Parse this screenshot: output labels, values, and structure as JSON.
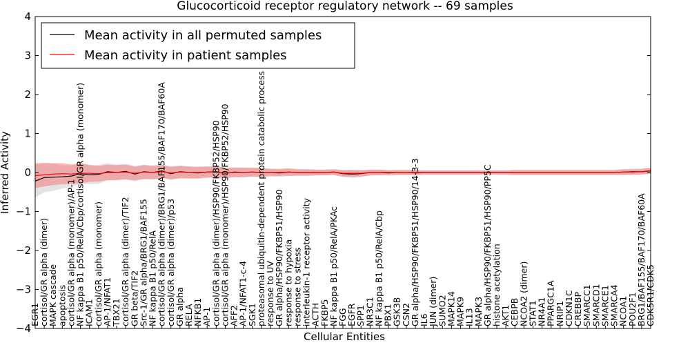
{
  "chart_data": {
    "type": "line",
    "title": "Glucocorticoid receptor regulatory network -- 69 samples",
    "xlabel": "Cellular Entities",
    "ylabel": "Inferred Activity",
    "ylim": [
      -4,
      4
    ],
    "yticks": [
      -4,
      -3,
      -2,
      -1,
      0,
      1,
      2,
      3,
      4
    ],
    "grid": false,
    "legend_position": "top-left",
    "legend": [
      {
        "label": "Mean activity in all permuted samples",
        "color": "#000000"
      },
      {
        "label": "Mean activity in patient samples",
        "color": "#ff0000"
      }
    ],
    "categories": [
      "EGR1",
      "cortisol/GR alpha (dimer)",
      "MAPK cascade",
      "apoptosis",
      "cortisol/GR alpha (monomer)/AP-1",
      "NF kappa B1 p50/RelA/Cbp/cortisol/GR alpha (monomer)",
      "ICAM1",
      "cortisol/GR alpha (monomer)",
      "AP-1/NFAT1",
      "TBX21",
      "cortisol/GR alpha (dimer)/TIF2",
      "GR beta/TIF2",
      "Src-1/GR alpha/BRG1/BAF155",
      "NF kappa B1 p50/RelA",
      "cortisol/GR alpha (dimer)/BRG1/BAF155/BAF170/BAF60A",
      "cortisol/GR alpha (dimer)/p53",
      "GR alpha",
      "RELA",
      "NFKB1",
      "AP-1",
      "cortisol/GR alpha (dimer)/HSP90/FKBP52/HSP90",
      "cortisol/GR alpha (monomer)/HSP90/FKBP52/HSP90",
      "AFF2",
      "AP-1/NFAT1-c-4",
      "SGK1",
      "proteasomal ubiquitin-dependent protein catabolic process",
      "response to UV",
      "GR alpha/HSP90/FKBP51/HSP90",
      "response to hypoxia",
      "response to stress",
      "interleukin-1 receptor activity",
      "ACTH",
      "FKBP5",
      "NF kappa B1 p50/RelA/PKAc",
      "FGG",
      "EGFR",
      "SPP1",
      "NR3C1",
      "NF kappa B1 p50/RelA/Cbp",
      "PBX1",
      "GSK3B",
      "CSN2",
      "GR alpha/HSP90/FKBP51/HSP90/14-3-3",
      "IL6",
      "JUN (dimer)",
      "SUMO2",
      "MAPK14",
      "MAPK9",
      "IL13",
      "MAPK3",
      "GR alpha/HSP90/FKBP51/HSP90/PP5C",
      "histone acetylation",
      "AKT1",
      "CEBPB",
      "NCOA2 (dimer)",
      "STAT1",
      "NR4A1",
      "PPARGC1A",
      "NRIP1",
      "CDKN1C",
      "CREBBP",
      "SMARCC1",
      "SMARCD1",
      "SMARCE1",
      "SMARCA4",
      "NCOA1",
      "POU2F1",
      "BRG1/BAF155/BAF170/BAF60A",
      "CDK5R1/CDK5"
    ],
    "series": [
      {
        "name": "Mean activity in all permuted samples",
        "color": "#000000",
        "values": [
          -0.22,
          -0.13,
          -0.12,
          -0.11,
          -0.09,
          -0.03,
          -0.06,
          -0.05,
          0.02,
          0.0,
          0.03,
          -0.04,
          0.02,
          0.0,
          0.04,
          -0.03,
          0.02,
          0.0,
          -0.01,
          0.01,
          0.02,
          -0.02,
          0.01,
          0.0,
          0.01,
          0.0,
          0.0,
          -0.01,
          0.01,
          0.0,
          0.0,
          0.0,
          0.0,
          0.01,
          -0.03,
          -0.04,
          -0.03,
          0.0,
          0.0,
          -0.01,
          0.0,
          0.0,
          -0.01,
          0.0,
          0.0,
          0.0,
          0.0,
          0.0,
          0.0,
          0.0,
          0.0,
          0.0,
          0.0,
          0.0,
          0.0,
          0.0,
          0.0,
          0.0,
          0.0,
          0.0,
          0.0,
          0.0,
          0.0,
          0.0,
          0.0,
          0.01,
          0.02,
          0.02,
          0.04
        ],
        "band": [
          0.42,
          0.38,
          0.35,
          0.3,
          0.27,
          0.26,
          0.24,
          0.24,
          0.22,
          0.2,
          0.2,
          0.19,
          0.18,
          0.18,
          0.17,
          0.17,
          0.16,
          0.16,
          0.15,
          0.15,
          0.15,
          0.14,
          0.13,
          0.13,
          0.12,
          0.12,
          0.1,
          0.1,
          0.1,
          0.09,
          0.09,
          0.08,
          0.08,
          0.08,
          0.09,
          0.1,
          0.09,
          0.08,
          0.08,
          0.07,
          0.07,
          0.07,
          0.07,
          0.06,
          0.06,
          0.06,
          0.06,
          0.06,
          0.06,
          0.06,
          0.05,
          0.06,
          0.06,
          0.07,
          0.07,
          0.07,
          0.07,
          0.07,
          0.07,
          0.07,
          0.07,
          0.07,
          0.07,
          0.07,
          0.07,
          0.08,
          0.08,
          0.08,
          0.08
        ]
      },
      {
        "name": "Mean activity in patient samples",
        "color": "#ff0000",
        "values": [
          -0.08,
          -0.06,
          -0.04,
          -0.03,
          -0.04,
          -0.02,
          -0.02,
          -0.03,
          0.0,
          0.0,
          0.01,
          -0.02,
          0.01,
          0.0,
          0.02,
          -0.01,
          0.01,
          0.0,
          0.0,
          0.01,
          0.01,
          -0.01,
          0.0,
          0.0,
          0.01,
          0.0,
          0.0,
          0.0,
          0.01,
          0.0,
          0.0,
          0.0,
          0.0,
          0.01,
          -0.02,
          -0.02,
          -0.02,
          0.0,
          0.0,
          0.0,
          0.0,
          0.0,
          0.0,
          0.0,
          0.0,
          0.0,
          0.0,
          0.0,
          0.0,
          0.0,
          0.0,
          0.0,
          0.0,
          0.0,
          0.0,
          0.0,
          0.0,
          0.0,
          0.0,
          0.0,
          0.0,
          0.0,
          0.0,
          0.0,
          0.0,
          0.01,
          0.01,
          0.02,
          0.05
        ],
        "band": [
          0.32,
          0.3,
          0.28,
          0.27,
          0.25,
          0.26,
          0.22,
          0.2,
          0.2,
          0.19,
          0.19,
          0.18,
          0.18,
          0.17,
          0.17,
          0.16,
          0.16,
          0.15,
          0.15,
          0.14,
          0.14,
          0.13,
          0.12,
          0.12,
          0.11,
          0.11,
          0.09,
          0.09,
          0.09,
          0.08,
          0.08,
          0.07,
          0.07,
          0.07,
          0.08,
          0.09,
          0.08,
          0.07,
          0.07,
          0.06,
          0.06,
          0.06,
          0.06,
          0.05,
          0.05,
          0.05,
          0.05,
          0.05,
          0.05,
          0.05,
          0.05,
          0.05,
          0.05,
          0.06,
          0.06,
          0.06,
          0.06,
          0.06,
          0.06,
          0.06,
          0.06,
          0.06,
          0.06,
          0.06,
          0.06,
          0.07,
          0.07,
          0.07,
          0.07
        ]
      }
    ],
    "style": {
      "permuted_band_color": "#b0b0b0",
      "patient_band_color": "#ff4040",
      "band_opacity": 0.35
    }
  }
}
